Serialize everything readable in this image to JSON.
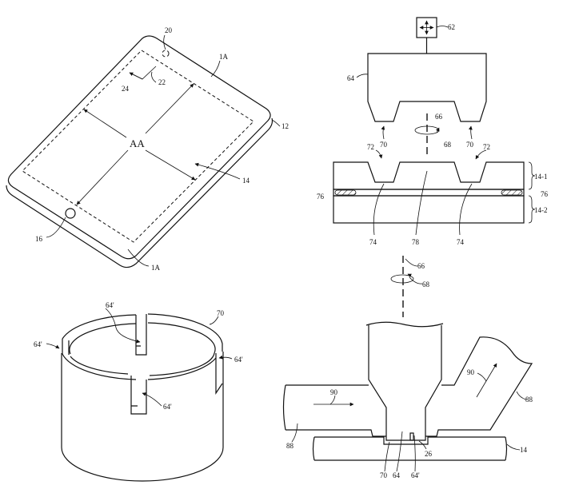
{
  "figure_device": {
    "labels": {
      "camera": "20",
      "border_top": "1A",
      "component": "22",
      "light": "24",
      "active_area": "AA",
      "display": "14",
      "button": "16",
      "border_bottom": "1A",
      "housing": "12"
    }
  },
  "figure_tool_cross_section": {
    "labels": {
      "positioner": "62",
      "tool": "64",
      "axis": "66",
      "rotation": "68",
      "protrusion_left": "70",
      "protrusion_right": "70",
      "groove_left": "72",
      "groove_right": "72",
      "layer_upper": "14-1",
      "layer_lower": "14-2",
      "adhesive_left": "76",
      "adhesive_right": "76",
      "trench_left": "74",
      "center": "78",
      "trench_right": "74"
    }
  },
  "figure_cylinder_tool": {
    "labels": {
      "slot_top": "64'",
      "slot_left": "64'",
      "slot_right": "64'",
      "slot_front": "64'",
      "rim": "70"
    }
  },
  "figure_machining": {
    "labels": {
      "axis": "66",
      "rotation": "68",
      "flow_left": "90",
      "flow_right": "90",
      "fluid_left": "88",
      "fluid_right": "88",
      "rim": "70",
      "tool": "64",
      "slot": "64'",
      "recess": "26",
      "display": "14"
    }
  }
}
